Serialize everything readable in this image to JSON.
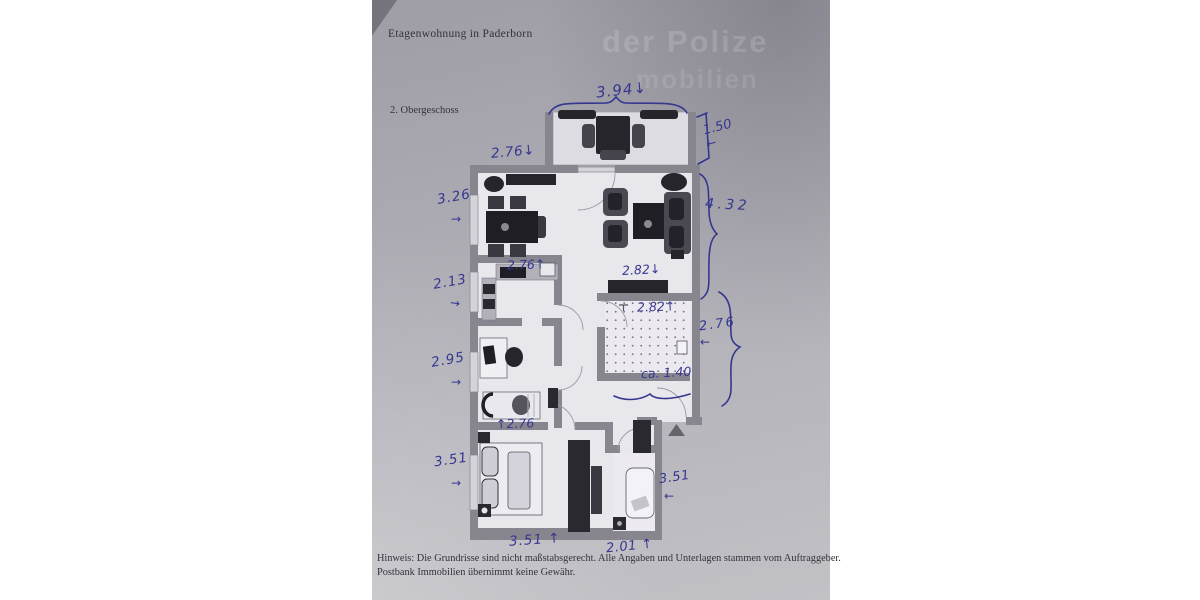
{
  "document": {
    "title": "Etagenwohnung in Paderborn",
    "floor_label": "2. Obergeschoss",
    "watermark": {
      "line1": "der Polize",
      "line2": "mobilien"
    },
    "footer": {
      "line1": "Hinweis: Die Grundrisse sind nicht maßstabsgerecht. Alle Angaben und Unterlagen stammen vom Auftraggeber.",
      "line2": "Postbank Immobilien übernimmt keine Gewähr."
    },
    "ink_color": "#35378f"
  },
  "annotations": [
    {
      "name": "balcony-width",
      "text": "3.94↓"
    },
    {
      "name": "balcony-depth",
      "text": "1.50"
    },
    {
      "name": "balcony-depth-arrow",
      "text": "←"
    },
    {
      "name": "living-top-width",
      "text": "2.76↓"
    },
    {
      "name": "dining-width",
      "text": "3.26"
    },
    {
      "name": "dining-width-arrow",
      "text": "→"
    },
    {
      "name": "living-height",
      "text": "4.32"
    },
    {
      "name": "living-bottom-width",
      "text": "2.82↓"
    },
    {
      "name": "kitchen-top-width",
      "text": "2.76↑"
    },
    {
      "name": "kitchen-depth",
      "text": "2.13"
    },
    {
      "name": "kitchen-depth-arrow",
      "text": "→"
    },
    {
      "name": "bath-width",
      "text": "2.82↑"
    },
    {
      "name": "bath-height",
      "text": "2.76"
    },
    {
      "name": "bath-height-arrow",
      "text": "←"
    },
    {
      "name": "hall-width",
      "text": "ca. 1.40"
    },
    {
      "name": "office-depth",
      "text": "2.95"
    },
    {
      "name": "office-depth-arrow",
      "text": "→"
    },
    {
      "name": "office-width",
      "text": "↑2.76"
    },
    {
      "name": "bedroom-depth",
      "text": "3.51"
    },
    {
      "name": "bedroom-depth-arrow",
      "text": "→"
    },
    {
      "name": "bedroom-width",
      "text": "3.51 ↑"
    },
    {
      "name": "right-room-height",
      "text": "3.51"
    },
    {
      "name": "right-room-height-arrow",
      "text": "←"
    },
    {
      "name": "bottom-room-width",
      "text": "2.01 ↑"
    }
  ]
}
